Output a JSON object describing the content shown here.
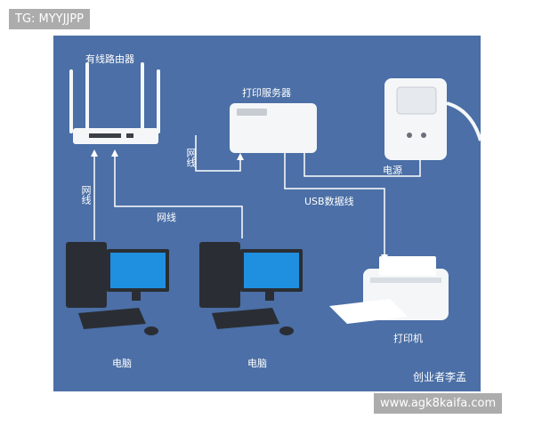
{
  "watermark_tl": "TG: MYYJJPP",
  "watermark_br": "www.agk8kaifa.com",
  "labels": {
    "router": "有线路由器",
    "print_server": "打印服务器",
    "power": "电源",
    "cable_a": "网线",
    "cable_b": "网线",
    "cable_c": "网线",
    "usb": "USB数据线",
    "printer": "打印机",
    "pc_left": "电脑",
    "pc_right": "电脑",
    "author": "创业者李孟"
  },
  "colors": {
    "background": "#4b6fa6",
    "connector": "#ffffff",
    "device": "#f4f6f8",
    "screen": "#1f8fe0",
    "tower": "#2a2e34"
  }
}
